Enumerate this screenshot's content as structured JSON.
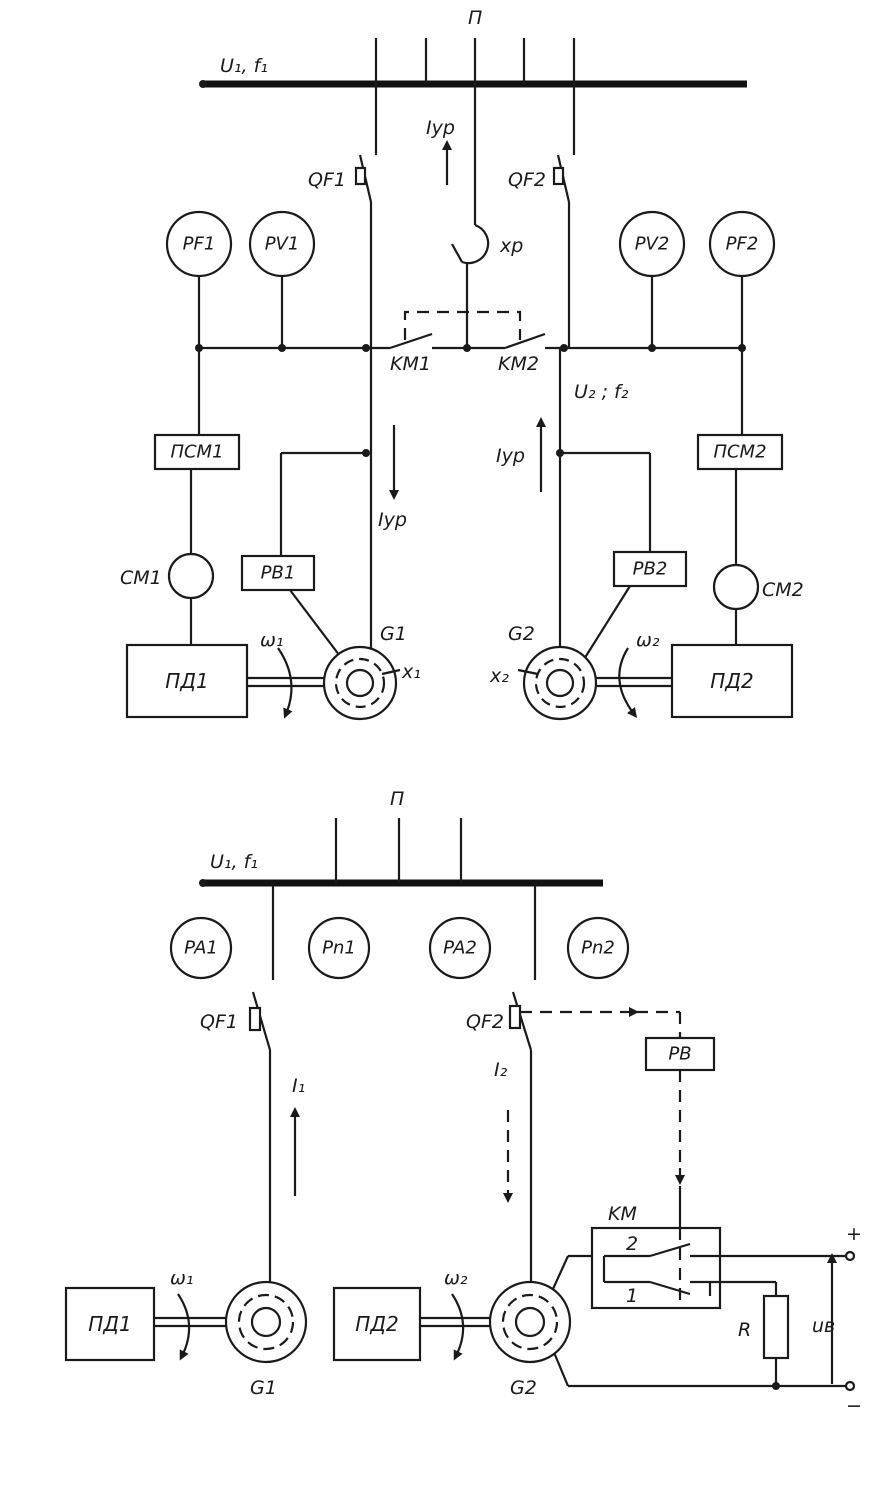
{
  "diagram_top": {
    "bus_label": "П",
    "bus_voltage": "U₁, f₁",
    "breaker1": "QF1",
    "breaker2": "QF2",
    "current_top": "Iур",
    "reactor": "xр",
    "meter_pf1": "PF1",
    "meter_pv1": "PV1",
    "meter_pv2": "PV2",
    "meter_pf2": "PF2",
    "contactor1": "KM1",
    "contactor2": "KM2",
    "voltage2": "U₂ ; f₂",
    "current_left": "Iур",
    "current_right": "Iур",
    "psm1": "ПСМ1",
    "psm2": "ПСМ2",
    "cm1": "СМ1",
    "cm2": "СМ2",
    "pv_exc1": "РВ1",
    "pv_exc2": "РВ2",
    "gen1": "G1",
    "gen2": "G2",
    "reactance1": "x₁",
    "reactance2": "x₂",
    "omega1": "ω₁",
    "omega2": "ω₂",
    "motor1": "ПД1",
    "motor2": "ПД2"
  },
  "diagram_bottom": {
    "bus_label": "П",
    "bus_voltage": "U₁, f₁",
    "meter_pa1": "PA1",
    "meter_pn1": "Pn1",
    "meter_pa2": "PA2",
    "meter_pn2": "Pn2",
    "breaker1": "QF1",
    "breaker2": "QF2",
    "current1": "I₁",
    "current2": "I₂",
    "exc_regulator": "PB",
    "contactor": "KM",
    "contact2": "2",
    "contact1": "1",
    "plus": "+",
    "minus": "−",
    "resistor": "R",
    "voltage_exc": "uв",
    "omega1": "ω₁",
    "omega2": "ω₂",
    "motor1": "ПД1",
    "motor2": "ПД2",
    "gen1": "G1",
    "gen2": "G2"
  }
}
